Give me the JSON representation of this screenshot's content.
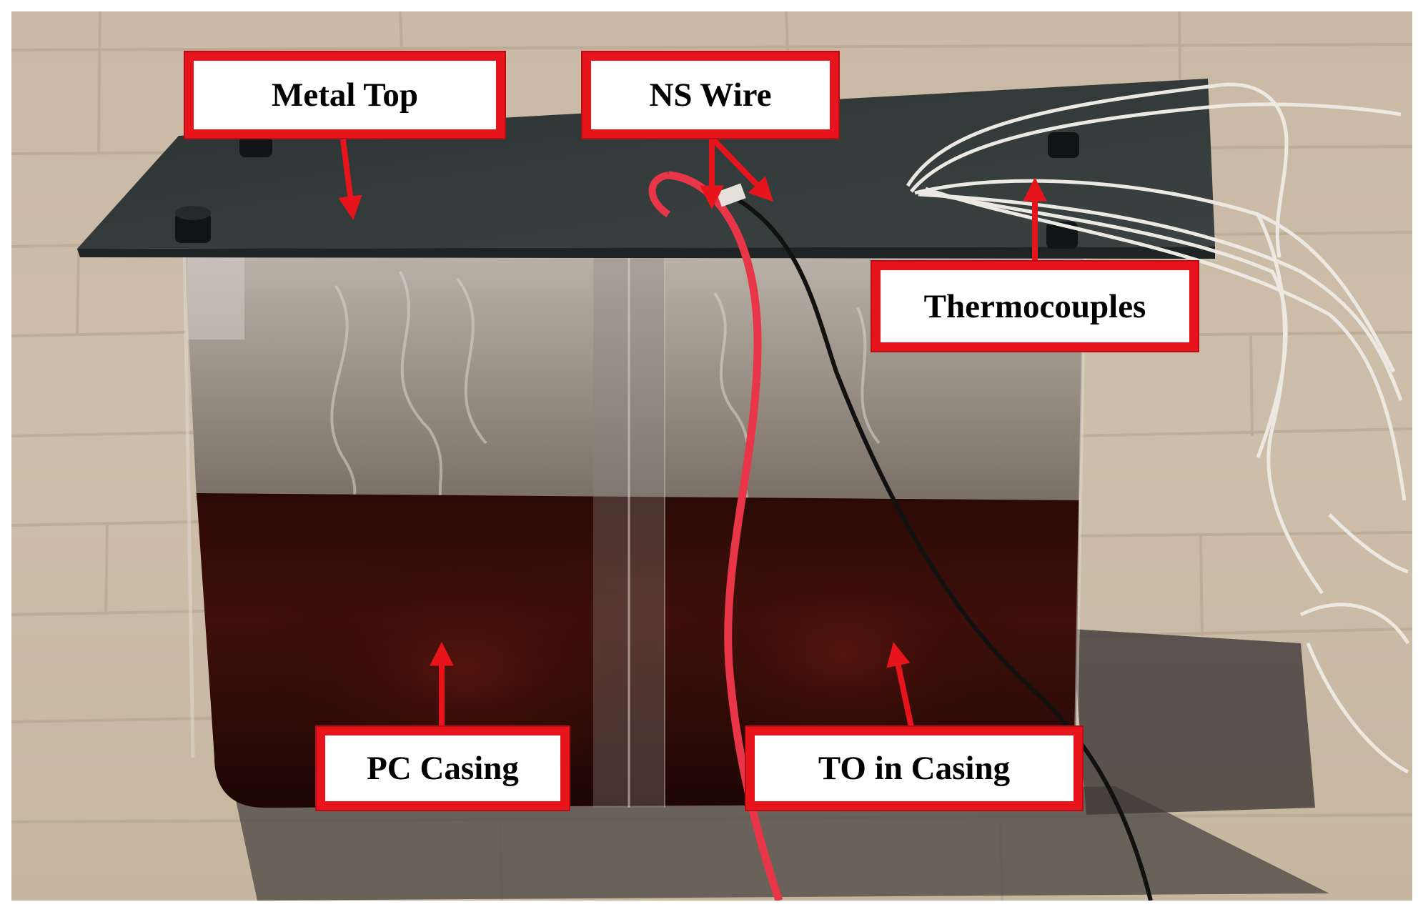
{
  "figure": {
    "labels": {
      "metal_top": "Metal Top",
      "ns_wire": "NS Wire",
      "thermocouples": "Thermocouples",
      "pc_casing": "PC Casing",
      "to_in_casing": "TO in Casing"
    }
  },
  "colors": {
    "callout_border": "#e8141c",
    "arrow": "#e8141c",
    "pavement": "#cbbba8",
    "metal_top": "#2f3636",
    "transformer_oil": "#3a0e08",
    "red_wire": "#e83548",
    "black_wire": "#111111",
    "thermocouple_wire": "#e8e6e1"
  }
}
